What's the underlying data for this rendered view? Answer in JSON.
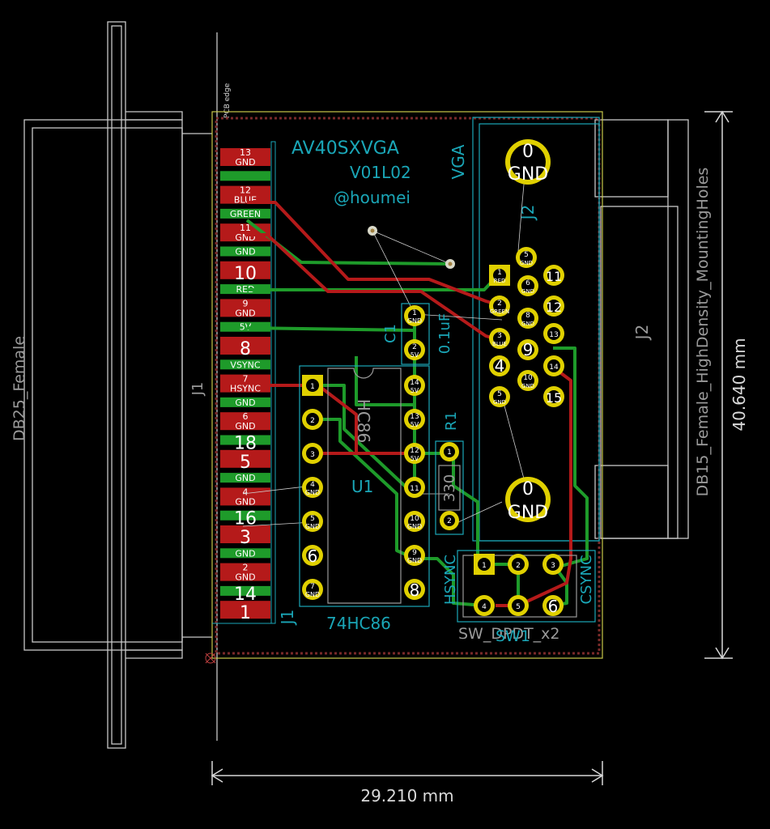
{
  "board": {
    "title": "AV40SXVGA",
    "version": "V01L02",
    "author": "@houmei",
    "pcb_edge_label": "PCB edge"
  },
  "dimensions": {
    "width": "29.210  mm",
    "height": "40.640  mm"
  },
  "j1": {
    "ref": "J1",
    "ref_silk": "J1",
    "value": "DB25_Female",
    "pads": [
      {
        "num": "13",
        "net": "GND"
      },
      {
        "num": "",
        "net": ""
      },
      {
        "num": "12",
        "net": "BLUE"
      },
      {
        "num": "",
        "net": "GREEN"
      },
      {
        "num": "11",
        "net": "GND"
      },
      {
        "num": "",
        "net": "GND"
      },
      {
        "num": "10",
        "net": ""
      },
      {
        "num": "",
        "net": "RED"
      },
      {
        "num": "9",
        "net": "GND"
      },
      {
        "num": "",
        "net": "5V"
      },
      {
        "num": "8",
        "net": ""
      },
      {
        "num": "",
        "net": "VSYNC"
      },
      {
        "num": "7",
        "net": "HSYNC"
      },
      {
        "num": "",
        "net": "GND"
      },
      {
        "num": "6",
        "net": "GND"
      },
      {
        "num": "18",
        "net": ""
      },
      {
        "num": "5",
        "net": ""
      },
      {
        "num": "",
        "net": "GND"
      },
      {
        "num": "4",
        "net": "GND"
      },
      {
        "num": "16",
        "net": ""
      },
      {
        "num": "3",
        "net": ""
      },
      {
        "num": "",
        "net": "GND"
      },
      {
        "num": "2",
        "net": "GND"
      },
      {
        "num": "14",
        "net": ""
      },
      {
        "num": "1",
        "net": ""
      }
    ]
  },
  "j2": {
    "ref": "J2",
    "ref_fab": "J2",
    "label": "VGA",
    "value": "DB15_Female_HighDensity_MountingHoles",
    "mount_top": {
      "num": "0",
      "net": "GND"
    },
    "mount_bottom": {
      "num": "0",
      "net": "GND"
    },
    "pins_big": [
      "11",
      "12",
      "9",
      "4",
      "15"
    ],
    "pins_small": [
      {
        "num": "5",
        "net": "GND"
      },
      {
        "num": "1",
        "net": "RED"
      },
      {
        "num": "6",
        "net": "GND"
      },
      {
        "num": "2",
        "net": "GREEN"
      },
      {
        "num": "8",
        "net": "GND"
      },
      {
        "num": "3",
        "net": "BLUE"
      },
      {
        "num": "10",
        "net": "GND"
      },
      {
        "num": "5",
        "net": "GND"
      },
      {
        "num": "13",
        "net": ""
      },
      {
        "num": "14",
        "net": ""
      }
    ]
  },
  "u1": {
    "ref": "U1",
    "value": "74HC86",
    "fab_value": "HC86",
    "pins": [
      {
        "num": "1",
        "net": ""
      },
      {
        "num": "2",
        "net": ""
      },
      {
        "num": "3",
        "net": ""
      },
      {
        "num": "4",
        "net": "GND"
      },
      {
        "num": "5",
        "net": "GND"
      },
      {
        "num": "6",
        "net": ""
      },
      {
        "num": "7",
        "net": "GND"
      },
      {
        "num": "8",
        "net": ""
      },
      {
        "num": "9",
        "net": "GND"
      },
      {
        "num": "10",
        "net": "GND"
      },
      {
        "num": "11",
        "net": ""
      },
      {
        "num": "12",
        "net": "5V"
      },
      {
        "num": "13",
        "net": "5V"
      },
      {
        "num": "14",
        "net": "5V"
      }
    ]
  },
  "c1": {
    "ref": "C1",
    "value": "0.1uF",
    "pads": [
      {
        "num": "1",
        "net": "GND"
      },
      {
        "num": "2",
        "net": "5V"
      }
    ]
  },
  "r1": {
    "ref": "R1",
    "value": "330",
    "pads": [
      {
        "num": "1",
        "net": ""
      },
      {
        "num": "2",
        "net": ""
      }
    ]
  },
  "sw1": {
    "ref": "SW1",
    "value": "SW_DPDT_x2",
    "label_left": "HSYNC",
    "label_right": "CSYNC",
    "pins": [
      "1",
      "2",
      "3",
      "4",
      "5",
      "6"
    ]
  },
  "colors": {
    "background": "#000000",
    "front_copper": "#b51a1a",
    "back_copper": "#1e9b2a",
    "silkscreen": "#1aa6b7",
    "pad": "#e0d000",
    "edge_cuts": "#c8c84a",
    "courtyard": "#9a9a9a",
    "dimension": "#d8d8d8"
  }
}
